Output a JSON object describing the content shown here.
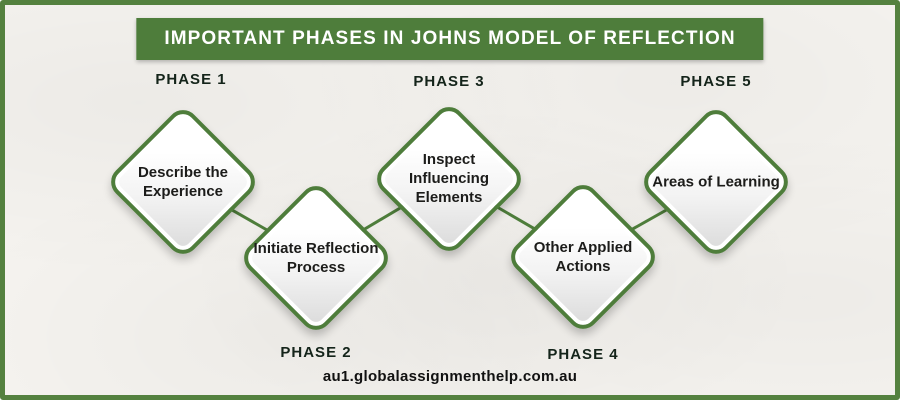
{
  "banner": {
    "text": "IMPORTANT PHASES IN JOHNS MODEL OF REFLECTION"
  },
  "phases": [
    {
      "label": "PHASE 1",
      "text": "Describe the Experience"
    },
    {
      "label": "PHASE 2",
      "text": "Initiate Reflection Process"
    },
    {
      "label": "PHASE 3",
      "text": "Inspect Influencing Elements"
    },
    {
      "label": "PHASE 4",
      "text": "Other Applied Actions"
    },
    {
      "label": "PHASE 5",
      "text": "Areas of Learning"
    }
  ],
  "footer": {
    "website": "au1.globalassignmenthelp.com.au"
  },
  "colors": {
    "accent_green": "#4e7d3b",
    "border_green": "#54813f",
    "background_paper": "#f5f3ef",
    "text_dark": "#1c1c1a",
    "banner_text": "#ffffff"
  }
}
